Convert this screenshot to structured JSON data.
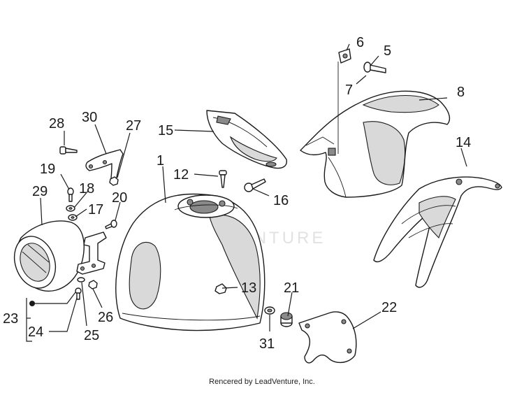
{
  "watermark": "LEADVENTURE",
  "footer": "Rencered by LeadVenture, Inc.",
  "callouts": {
    "c1": "1",
    "c5": "5",
    "c6": "6",
    "c7": "7",
    "c8": "8",
    "c12": "12",
    "c13": "13",
    "c14": "14",
    "c15": "15",
    "c16": "16",
    "c17": "17",
    "c18": "18",
    "c19": "19",
    "c20": "20",
    "c21": "21",
    "c22": "22",
    "c23": "23",
    "c24": "24",
    "c25": "25",
    "c26": "26",
    "c27": "27",
    "c28": "28",
    "c29": "29",
    "c30": "30",
    "c31": "31"
  }
}
